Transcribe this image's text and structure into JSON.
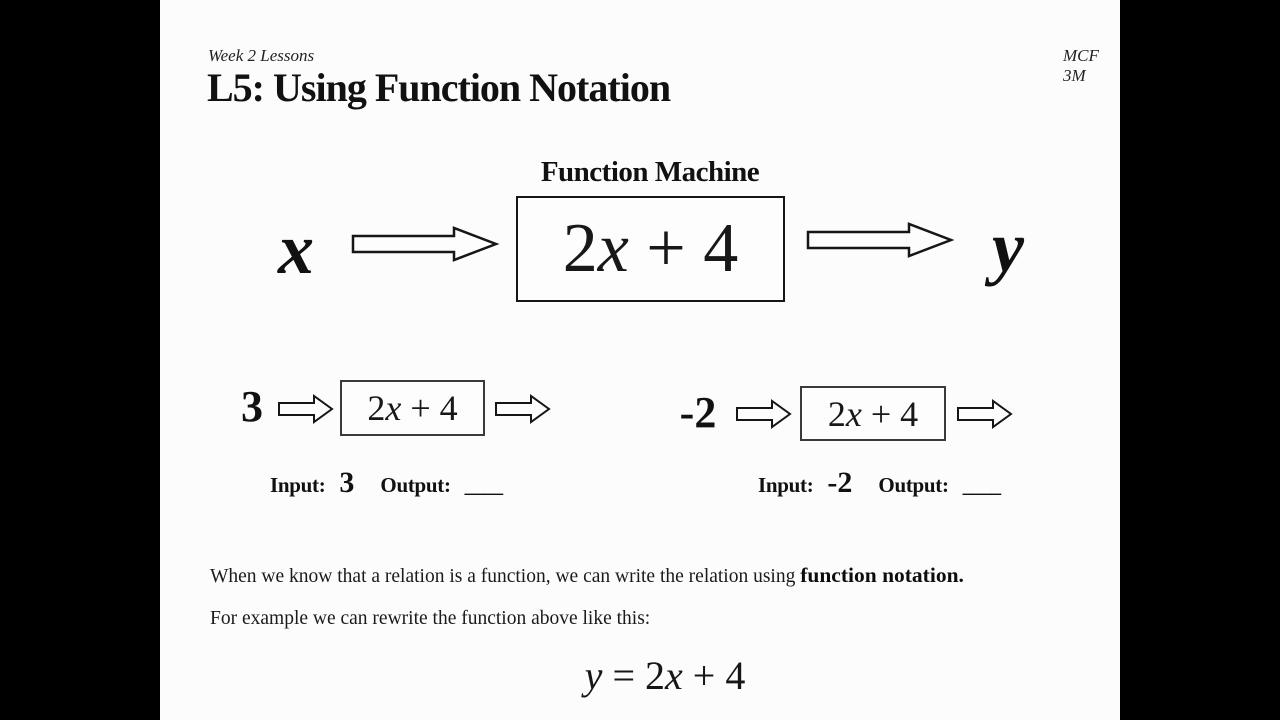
{
  "colors": {
    "letterbox": "#000000",
    "page": "#fcfcfc",
    "ink": "#141414"
  },
  "header": {
    "left": "Week 2 Lessons",
    "right": "MCF 3M"
  },
  "title": "L5: Using Function Notation",
  "machine": {
    "label": "Function Machine",
    "input_var": "x",
    "rule_coeff": "2",
    "rule_var": "x",
    "rule_rest": " + 4",
    "output_var": "y"
  },
  "icons": {
    "flow_arrow": "block-arrow-right-icon"
  },
  "examples": [
    {
      "input": "3",
      "rule_coeff": "2",
      "rule_var": "x",
      "rule_rest": " + 4",
      "input_label": "Input:",
      "input_value": "3",
      "output_label": "Output:",
      "output_blank": "____"
    },
    {
      "input": "-2",
      "rule_coeff": "2",
      "rule_var": "x",
      "rule_rest": " + 4",
      "input_label": "Input:",
      "input_value": "-2",
      "output_label": "Output:",
      "output_blank": "____"
    }
  ],
  "text": {
    "para1_normal": "When we know that a relation is a function, we can write the relation using ",
    "para1_bold": "function notation.",
    "para2": "For example we can rewrite the function above like this:",
    "eq_lhs": "y",
    "eq_sign": " = ",
    "eq_coeff": "2",
    "eq_var": "x",
    "eq_rest": " + 4"
  }
}
